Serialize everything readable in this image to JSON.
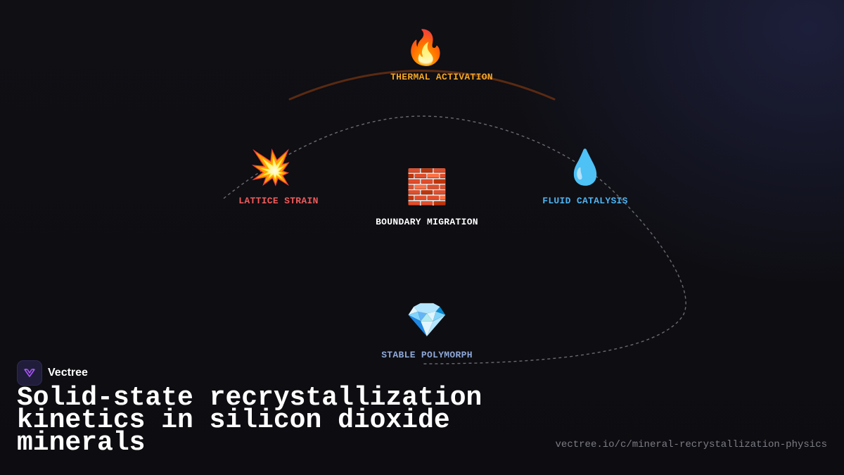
{
  "diagram": {
    "nodes": [
      {
        "id": "thermal",
        "icon": "fire-icon",
        "glyph": "🔥",
        "label": "THERMAL ACTIVATION",
        "color": "#f5a623"
      },
      {
        "id": "strain",
        "icon": "collision-icon",
        "glyph": "💥",
        "label": "LATTICE STRAIN",
        "color": "#ef5b5b"
      },
      {
        "id": "boundary",
        "icon": "brick-icon",
        "glyph": "🧱",
        "label": "BOUNDARY MIGRATION",
        "color": "#ffffff"
      },
      {
        "id": "fluid",
        "icon": "droplet-icon",
        "glyph": "💧",
        "label": "FLUID CATALYSIS",
        "color": "#4fb3f0"
      },
      {
        "id": "polymorph",
        "icon": "gem-icon",
        "glyph": "💎",
        "label": "STABLE POLYMORPH",
        "color": "#8fa8d8"
      }
    ],
    "arc_color": "#5a2a12",
    "loop_color": "#6a6a72"
  },
  "brand": {
    "name": "Vectree",
    "logo_icon": "vectree-logo-icon",
    "logo_color": "#a855f7"
  },
  "headline": "Solid-state recrystallization kinetics in silicon dioxide minerals",
  "url": "vectree.io/c/mineral-recrystallization-physics"
}
